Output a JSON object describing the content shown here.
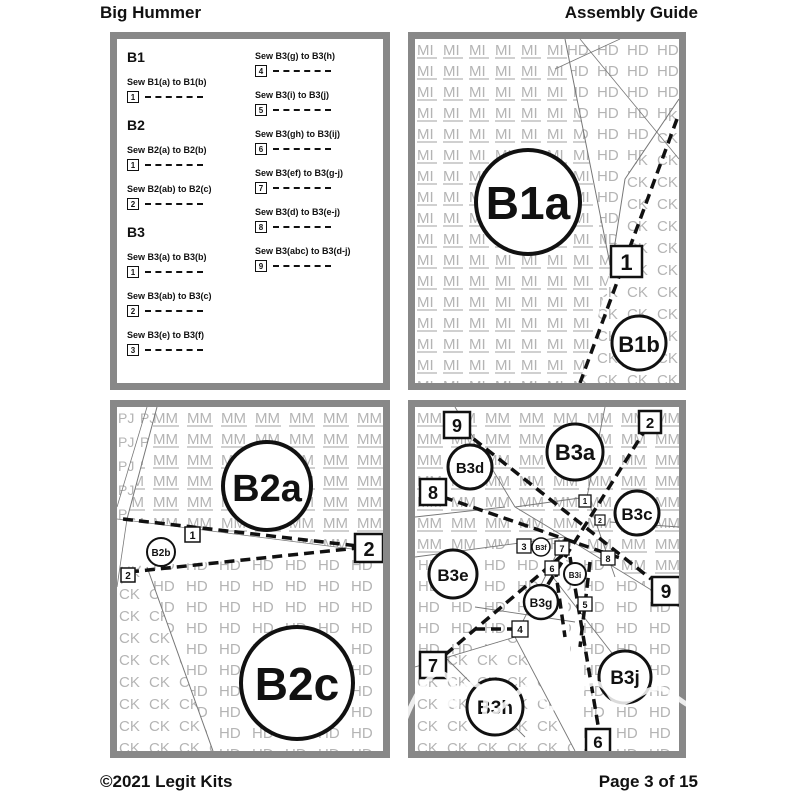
{
  "header": {
    "title_left": "Big Hummer",
    "title_right": "Assembly Guide"
  },
  "footer": {
    "copyright": "©2021 Legit Kits",
    "page": "Page 3 of 15"
  },
  "legend": {
    "b1": {
      "title": "B1",
      "steps": [
        {
          "label": "Sew B1(a) to B1(b)",
          "num": "1"
        }
      ]
    },
    "b2": {
      "title": "B2",
      "steps": [
        {
          "label": "Sew B2(a) to B2(b)",
          "num": "1"
        },
        {
          "label": "Sew B2(ab) to B2(c)",
          "num": "2"
        }
      ]
    },
    "b3": {
      "title": "B3",
      "steps": [
        {
          "label": "Sew B3(a) to B3(b)",
          "num": "1"
        },
        {
          "label": "Sew B3(ab) to B3(c)",
          "num": "2"
        },
        {
          "label": "Sew B3(e) to B3(f)",
          "num": "3"
        },
        {
          "label": "Sew B3(g) to B3(h)",
          "num": "4"
        },
        {
          "label": "Sew B3(i) to B3(j)",
          "num": "5"
        },
        {
          "label": "Sew B3(gh) to B3(ij)",
          "num": "6"
        },
        {
          "label": "Sew B3(ef) to B3(g-j)",
          "num": "7"
        },
        {
          "label": "Sew B3(d) to B3(e-j)",
          "num": "8"
        },
        {
          "label": "Sew B3(abc) to B3(d-j)",
          "num": "9"
        }
      ]
    }
  },
  "codes": {
    "mi": "MI",
    "hd": "HD",
    "ck": "CK",
    "mm": "MM",
    "pj": "PJ"
  },
  "b1_diagram": {
    "piece_a": "B1a",
    "piece_b": "B1b",
    "seam_1": "1"
  },
  "b2_diagram": {
    "piece_a": "B2a",
    "piece_b": "B2b",
    "piece_c": "B2c",
    "seam_1": "1",
    "seam_2": "2",
    "seam_2b": "2"
  },
  "b3_diagram": {
    "pieces": {
      "a": "B3a",
      "c": "B3c",
      "d": "B3d",
      "e": "B3e",
      "f": "B3f",
      "g": "B3g",
      "h": "B3h",
      "i": "B3i",
      "j": "B3j"
    },
    "seams": {
      "s1": "1",
      "s2": "2",
      "s2b": "2",
      "s3": "3",
      "s4": "4",
      "s5": "5",
      "s6": "6",
      "s6b": "6",
      "s7": "7",
      "s7b": "7",
      "s8": "8",
      "s8b": "8",
      "s9": "9",
      "s9b": "9"
    }
  }
}
